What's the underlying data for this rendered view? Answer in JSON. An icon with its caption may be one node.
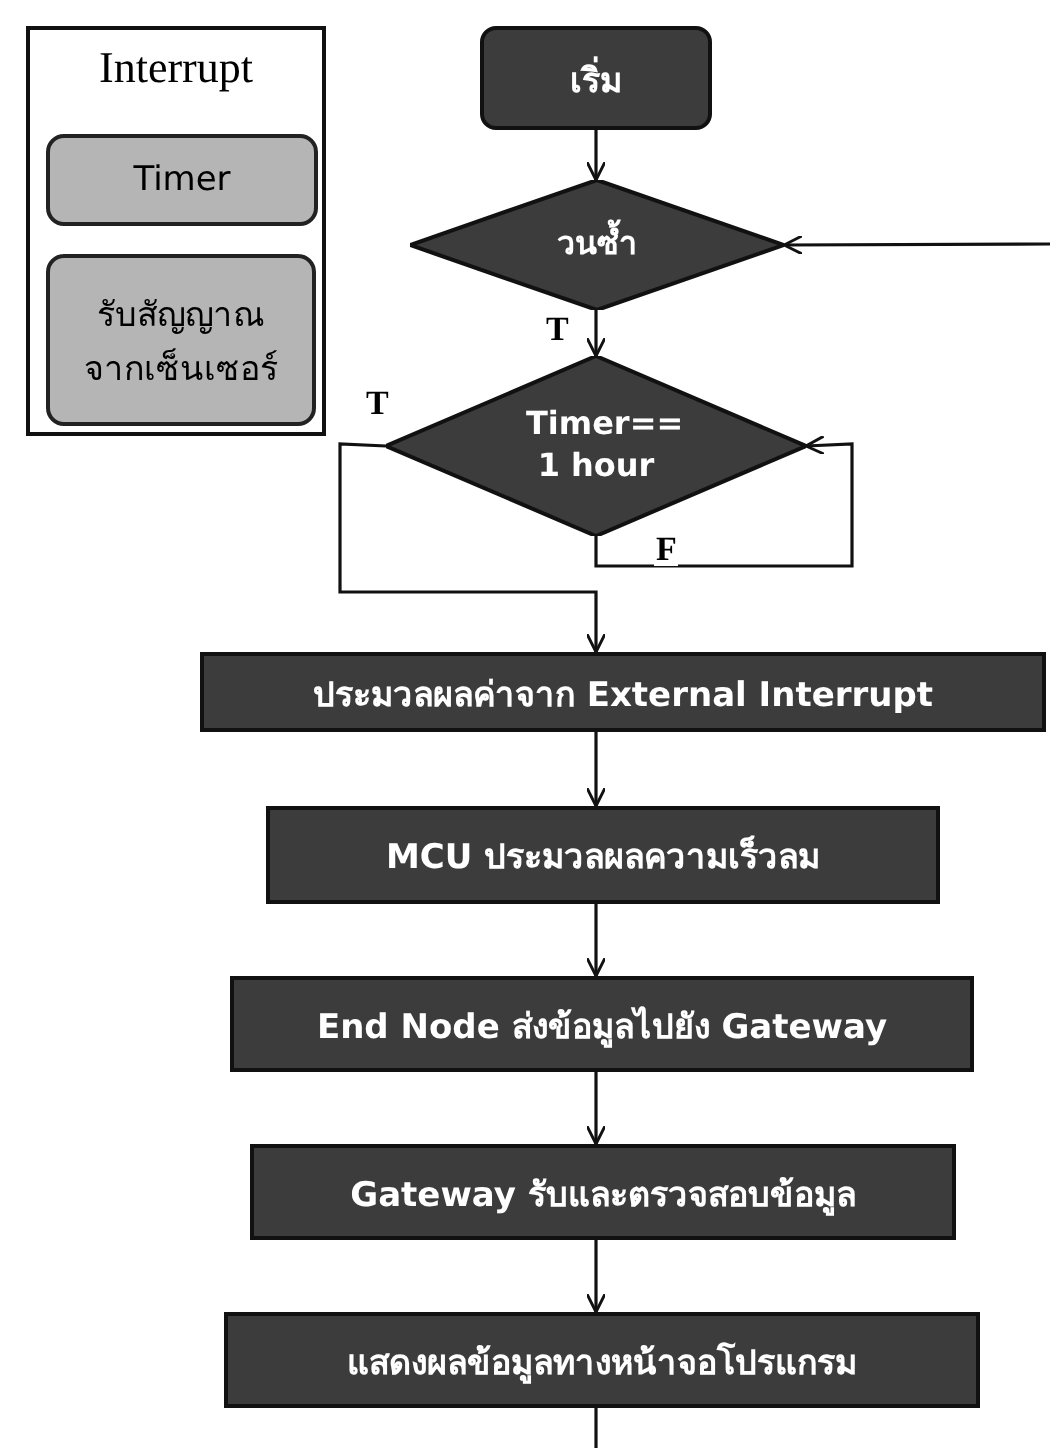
{
  "diagram": {
    "nodes": [
      {
        "text": [
          "Interrupt"
        ]
      },
      {
        "text": [
          "Timer"
        ],
        "in": 0
      },
      {
        "text": [
          "รับสัญญาณจากเซ็นเซอร์"
        ],
        "in": 0
      },
      {
        "text": [
          "เริ่ม"
        ]
      },
      {
        "text": [
          "วนซ้ำ"
        ]
      },
      {
        "text": [
          "Timer== 1 hour"
        ]
      },
      {
        "text": [
          "ประมวลผลค่าจาก External Interrupt"
        ]
      },
      {
        "text": [
          "MCU ประมวลผลความเร็วลม"
        ]
      },
      {
        "text": [
          "End Node ส่งข้อมูลไปยัง Gateway"
        ]
      },
      {
        "text": [
          "Gateway รับและตรวจสอบข้อมูล"
        ]
      },
      {
        "text": [
          "แสดงผลข้อมูลทางหน้าจอโปรแกรม"
        ]
      }
    ],
    "edges": [
      {
        "from": 3,
        "to": 4,
        "arrow": "to"
      },
      {
        "from": 4,
        "to": 5,
        "arrow": "to",
        "label": "T"
      },
      {
        "from": 5,
        "to": 5,
        "arrow": "to",
        "label": "F"
      },
      {
        "from": 5,
        "to": 6,
        "arrow": "to",
        "label": "T"
      },
      {
        "from": 6,
        "to": 7,
        "arrow": "to"
      },
      {
        "from": 7,
        "to": 8,
        "arrow": "to"
      },
      {
        "from": 8,
        "to": 9,
        "arrow": "to"
      },
      {
        "from": 9,
        "to": 10,
        "arrow": "to"
      },
      {
        "from": 10,
        "to": null,
        "arrow": "none"
      },
      {
        "from": null,
        "to": 4,
        "arrow": "to"
      }
    ]
  }
}
